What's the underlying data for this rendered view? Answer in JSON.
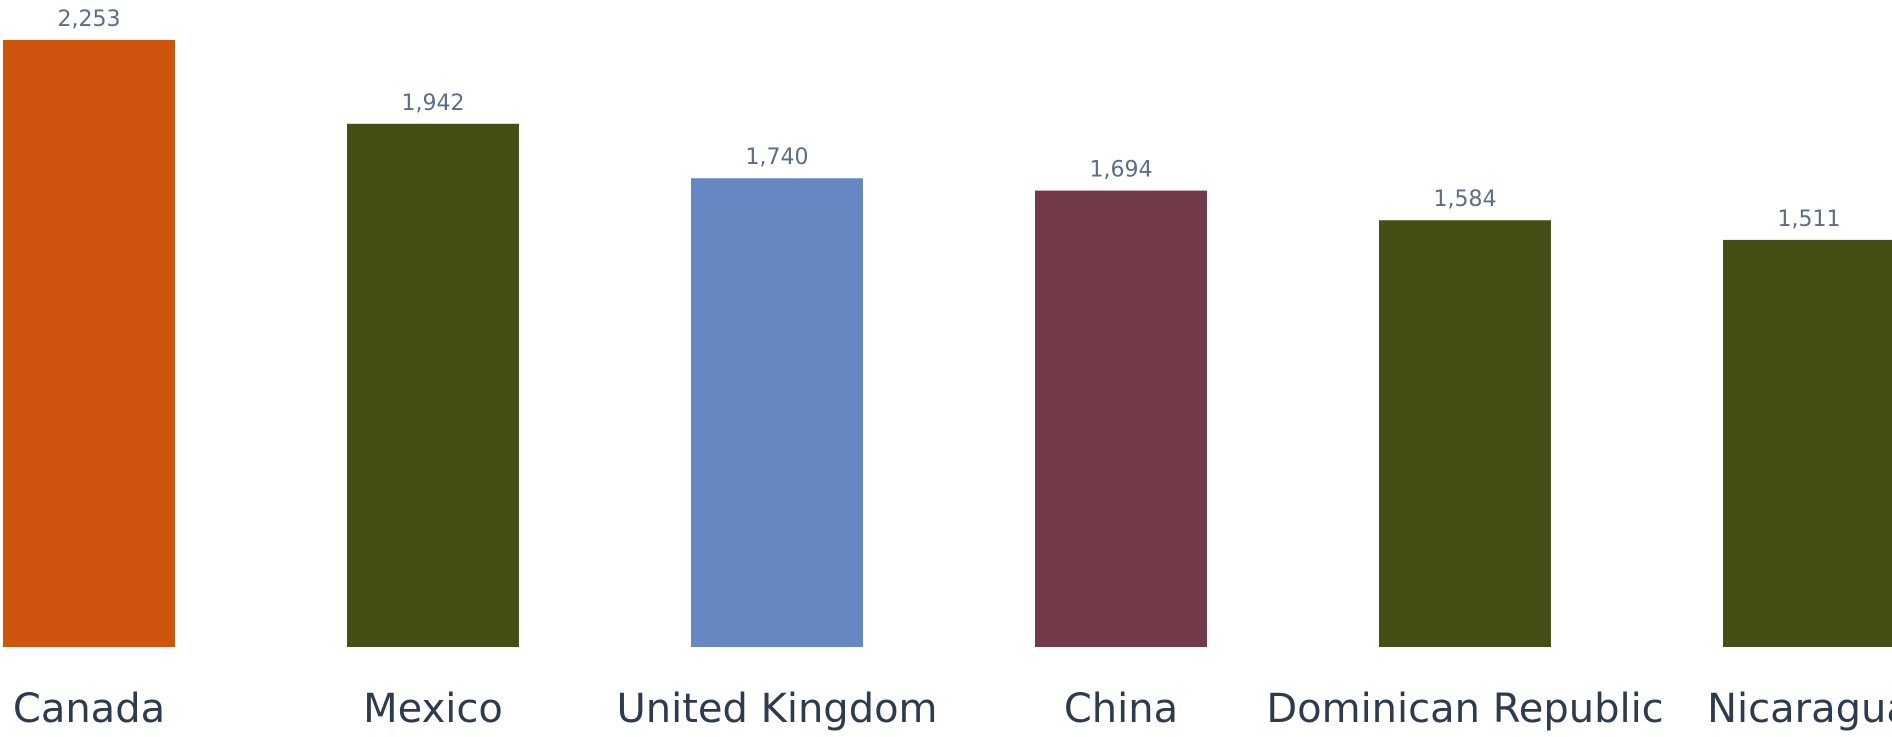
{
  "chart_data": {
    "type": "bar",
    "title": "",
    "xlabel": "",
    "ylabel": "",
    "categories": [
      "Canada",
      "Mexico",
      "United Kingdom",
      "China",
      "Dominican Republic",
      "Nicaragua"
    ],
    "values": [
      2253,
      1942,
      1740,
      1694,
      1584,
      1511
    ],
    "value_labels": [
      "2,253",
      "1,942",
      "1,740",
      "1,694",
      "1,584",
      "1,511"
    ],
    "bar_colors": [
      "#cf540e",
      "#444f15",
      "#6688c2",
      "#733a47",
      "#444f15",
      "#444f15"
    ],
    "value_label_color": "#5a6e87",
    "category_label_color": "#2d3b4e",
    "ylim": [
      0,
      2253
    ],
    "grid": false,
    "legend": "none"
  }
}
